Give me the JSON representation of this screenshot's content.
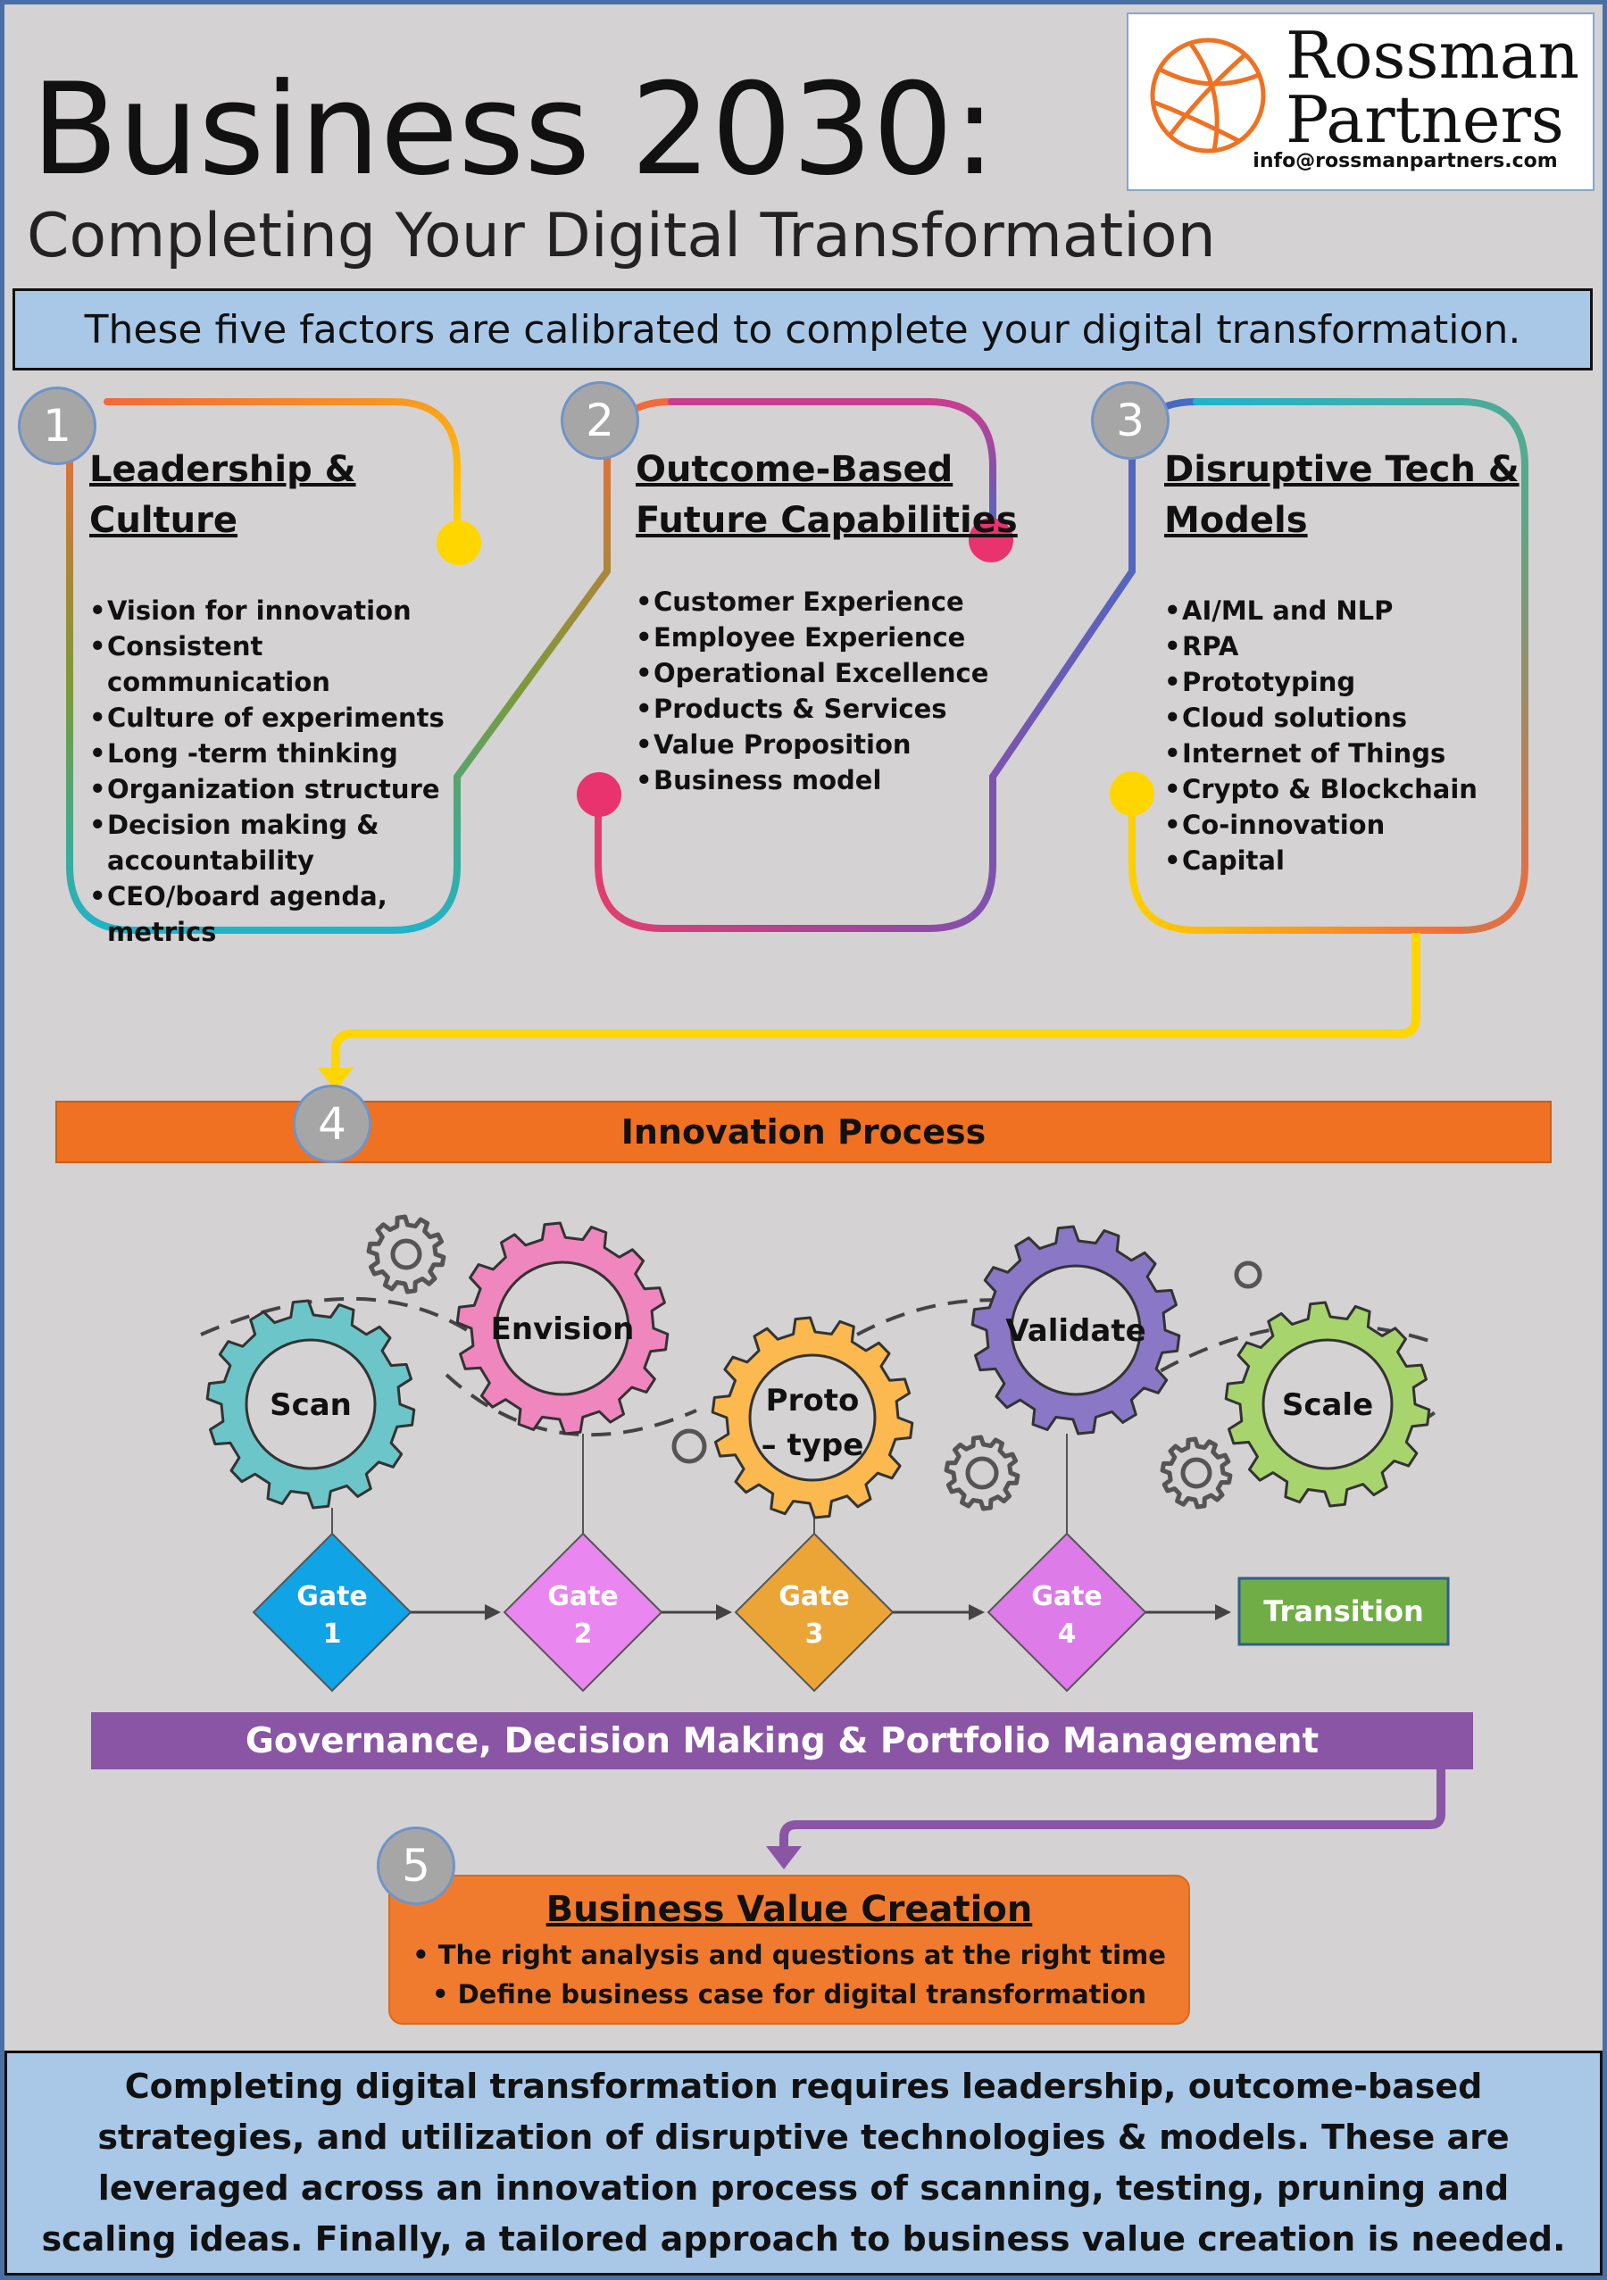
{
  "header": {
    "title": "Business 2030:",
    "subtitle": "Completing Your Digital Transformation"
  },
  "logo": {
    "name_line1": "Rossman",
    "name_line2": "Partners",
    "email": "info@rossmanpartners.com",
    "icon": "basketball-globe-icon",
    "accent": "#f07121"
  },
  "intro_banner": "These five factors are calibrated to complete your digital transformation.",
  "factors": [
    {
      "number": "1",
      "title_line1": "Leadership &",
      "title_line2": "Culture",
      "items": [
        "Vision for innovation",
        "Consistent communication",
        "Culture of experiments",
        "Long -term thinking",
        "Organization structure",
        "Decision making &\naccountability",
        "CEO/board agenda, metrics"
      ]
    },
    {
      "number": "2",
      "title_line1": "Outcome-Based",
      "title_line2": "Future Capabilities",
      "items": [
        "Customer Experience",
        "Employee Experience",
        "Operational Excellence",
        "Products & Services",
        "Value Proposition",
        "Business  model"
      ]
    },
    {
      "number": "3",
      "title_line1": "Disruptive Tech &",
      "title_line2": "Models",
      "items": [
        "AI/ML and NLP",
        "RPA",
        "Prototyping",
        "Cloud solutions",
        "Internet of Things",
        "Crypto &  Blockchain",
        "Co-innovation",
        "Capital"
      ]
    }
  ],
  "innovation": {
    "number": "4",
    "title": "Innovation Process",
    "stages": [
      {
        "label_line1": "Scan",
        "label_line2": "",
        "color": "#6cc5c8"
      },
      {
        "label_line1": "Envision",
        "label_line2": "",
        "color": "#ef86bd"
      },
      {
        "label_line1": "Proto",
        "label_line2": "– type",
        "color": "#fcb950"
      },
      {
        "label_line1": "Validate",
        "label_line2": "",
        "color": "#8a77c5"
      },
      {
        "label_line1": "Scale",
        "label_line2": "",
        "color": "#a8d46e"
      }
    ],
    "gates": [
      {
        "label": "Gate",
        "number": "1",
        "color": "#10a3e6"
      },
      {
        "label": "Gate",
        "number": "2",
        "color": "#ea86ef"
      },
      {
        "label": "Gate",
        "number": "3",
        "color": "#eaa536"
      },
      {
        "label": "Gate",
        "number": "4",
        "color": "#dd7be8"
      }
    ],
    "transition": {
      "label": "Transition",
      "color": "#70ad47"
    }
  },
  "governance": "Governance, Decision Making & Portfolio Management",
  "value_creation": {
    "number": "5",
    "title": "Business Value Creation",
    "items": [
      "The right analysis and questions at the right time",
      "Define business case for digital transformation"
    ]
  },
  "summary": "Completing digital transformation requires leadership, outcome-based strategies, and utilization of disruptive technologies & models. These are leveraged across an innovation process of scanning, testing, pruning  and scaling ideas. Finally, a tailored approach to business value creation is needed.",
  "colors": {
    "background": "#d4d2d3",
    "banner": "#a9c8e8",
    "innovation_bar": "#f07121",
    "governance_bar": "#8a55a4",
    "value_box": "#f07b2e",
    "badge": "#a7a6a6",
    "connector_yellow": "#ffd600",
    "connector_purple": "#8a55a4"
  }
}
